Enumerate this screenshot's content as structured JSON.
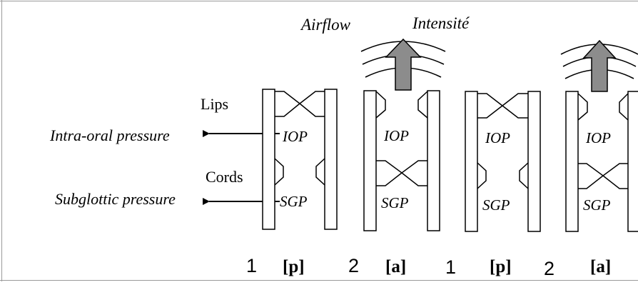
{
  "diagram": {
    "top_labels": {
      "airflow": "Airflow",
      "intensite": "Intensité"
    },
    "left_labels": {
      "lips": "Lips",
      "cords": "Cords",
      "intra_oral": "Intra-oral pressure",
      "subglottic": "Subglottic pressure"
    },
    "cavity_labels": {
      "iop": "IOP",
      "sgp": "SGP"
    },
    "bottom_sequence": [
      "1",
      "[p]",
      "2",
      "[a]",
      "1",
      "[p]",
      "2",
      "[a]"
    ],
    "colors": {
      "stroke": "#000000",
      "arrow_fill": "#8c8c8c",
      "frame": "#9a9a9a"
    }
  }
}
